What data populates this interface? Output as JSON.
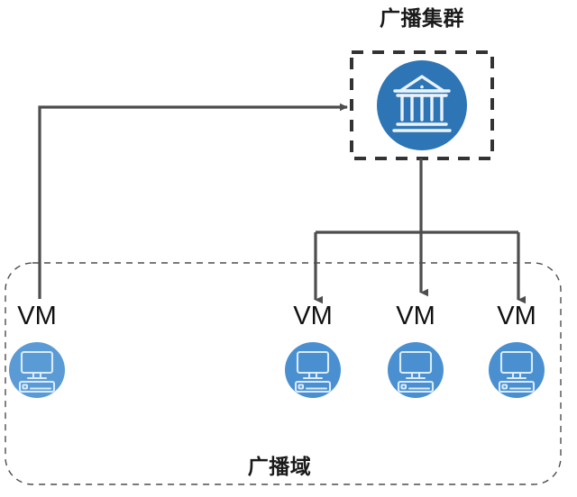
{
  "diagram": {
    "type": "network-topology-diagram",
    "background_color": "#ffffff",
    "cluster": {
      "title": "广播集群",
      "icon_name": "bank-icon",
      "circle_color": "#2E75B6",
      "icon_color": "#EAF3FB",
      "border_style": "dashed",
      "border_color": "#333333"
    },
    "domain": {
      "label": "广播域",
      "border_style": "dashed",
      "border_color": "#4d4d4d"
    },
    "connector_color": "#4d4d4d",
    "vm_nodes": [
      {
        "label": "VM",
        "icon_name": "desktop-computer-icon",
        "circle_color": "#5B9BD5",
        "icon_color": "#D9ECFB",
        "position": "left-uplink"
      },
      {
        "label": "VM",
        "icon_name": "desktop-computer-icon",
        "circle_color": "#4A90D0",
        "icon_color": "#D9ECFB",
        "position": "right-downlink-1"
      },
      {
        "label": "VM",
        "icon_name": "desktop-computer-icon",
        "circle_color": "#4A90D0",
        "icon_color": "#D9ECFB",
        "position": "right-downlink-2"
      },
      {
        "label": "VM",
        "icon_name": "desktop-computer-icon",
        "circle_color": "#4A90D0",
        "icon_color": "#D9ECFB",
        "position": "right-downlink-3"
      }
    ]
  }
}
